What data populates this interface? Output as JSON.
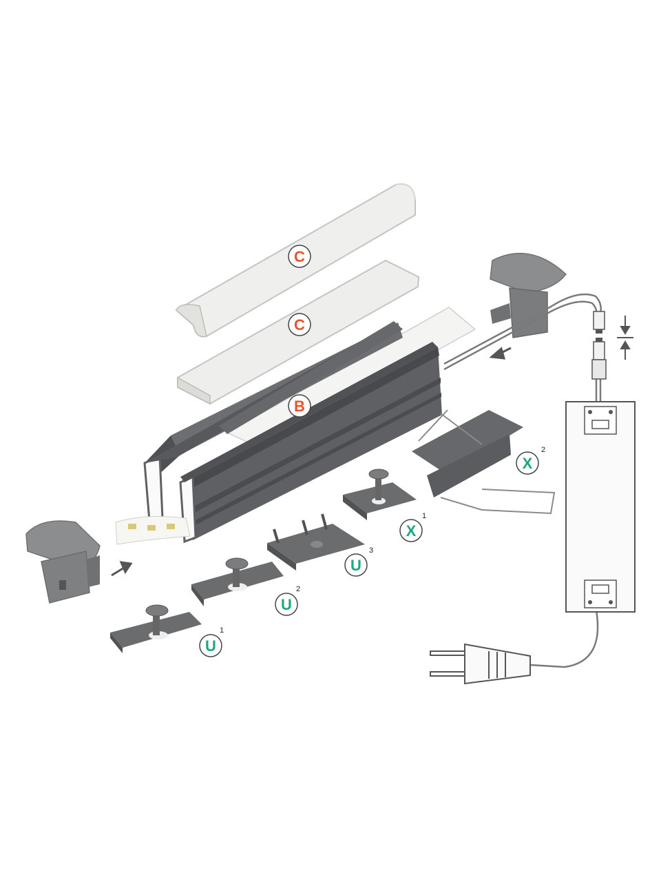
{
  "labels": {
    "cover_round": {
      "letter": "C",
      "color": "#e8532e"
    },
    "cover_flat": {
      "letter": "C",
      "color": "#e8532e"
    },
    "base": {
      "letter": "B",
      "color": "#e8532e"
    },
    "clip_u1": {
      "letter": "U",
      "sup": "1",
      "color": "#1aa882"
    },
    "clip_u2": {
      "letter": "U",
      "sup": "2",
      "color": "#1aa882"
    },
    "clip_u3": {
      "letter": "U",
      "sup": "3",
      "color": "#1aa882"
    },
    "clip_x1": {
      "letter": "X",
      "sup": "1",
      "color": "#1aa882"
    },
    "clip_x2": {
      "letter": "X",
      "sup": "2",
      "color": "#1aa882"
    }
  },
  "colors": {
    "profile": "#5b5d60",
    "profile_dark": "#45474a",
    "endcap": "#8a8c8e",
    "cover": "#ededeb",
    "cover_edge": "#c9c9c6",
    "cable": "#7a7a7a",
    "driver": "#fafafa",
    "arrow": "#555555"
  }
}
